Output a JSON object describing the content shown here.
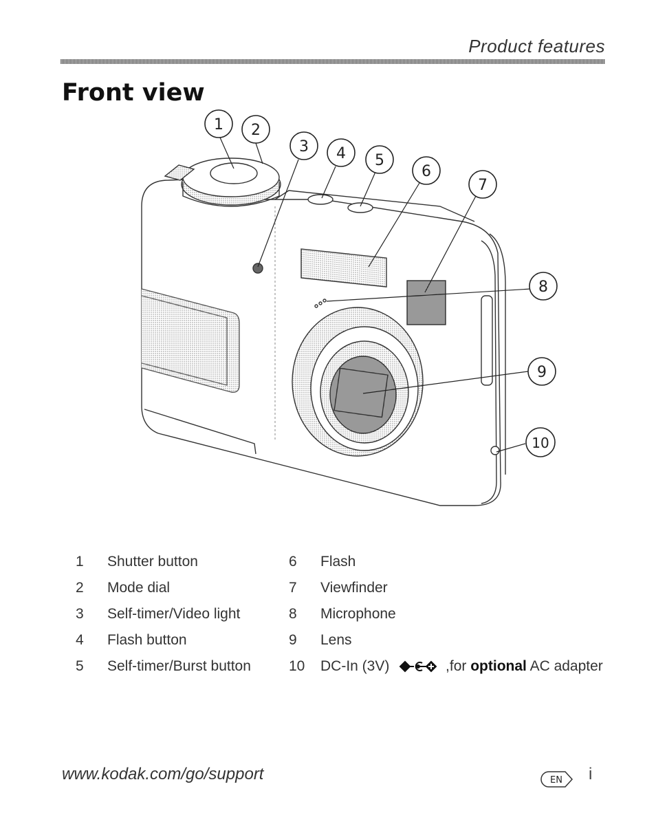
{
  "header": {
    "section_title": "Product features"
  },
  "page": {
    "title": "Front view",
    "page_number": "i"
  },
  "callouts": [
    "1",
    "2",
    "3",
    "4",
    "5",
    "6",
    "7",
    "8",
    "9",
    "10"
  ],
  "legend": {
    "col1": [
      {
        "num": "1",
        "label": "Shutter button"
      },
      {
        "num": "2",
        "label": "Mode dial"
      },
      {
        "num": "3",
        "label": "Self-timer/Video light"
      },
      {
        "num": "4",
        "label": "Flash button"
      },
      {
        "num": "5",
        "label": "Self-timer/Burst button"
      }
    ],
    "col2": [
      {
        "num": "6",
        "label": "Flash"
      },
      {
        "num": "7",
        "label": "Viewfinder"
      },
      {
        "num": "8",
        "label": "Microphone"
      },
      {
        "num": "9",
        "label": "Lens"
      },
      {
        "num": "10",
        "label_prefix": "DC-In (3V)",
        "label_mid": ",for ",
        "label_bold": "optional",
        "label_suffix": " AC adapter"
      }
    ]
  },
  "footer": {
    "url": "www.kodak.com/go/support",
    "language_badge": "EN"
  },
  "icons": {
    "dc_polarity": "dc-polarity-icon"
  }
}
